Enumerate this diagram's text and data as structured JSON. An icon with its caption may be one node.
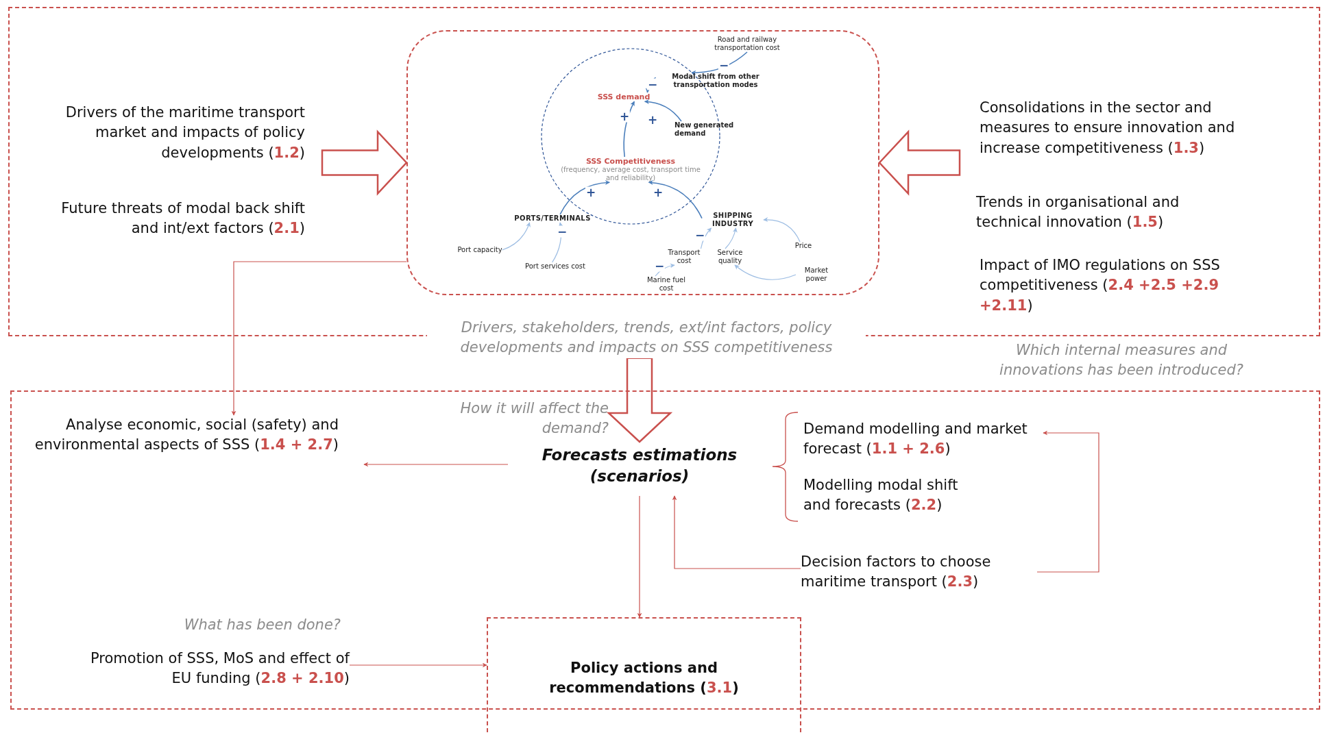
{
  "diagram": {
    "nodes": [
      {
        "text": [],
        "shape": "box"
      },
      {
        "text": [],
        "shape": "box",
        "in": 0
      },
      {
        "text": [
          "SSS demand"
        ],
        "in": 1
      },
      {
        "text": [
          "Road and railway transportation cost"
        ],
        "in": 1
      },
      {
        "text": [
          "Modal shift from other transportation modes"
        ],
        "in": 1
      },
      {
        "text": [
          "New generated demand"
        ],
        "in": 1
      },
      {
        "text": [
          "SSS Competitiveness",
          "(frequency, average cost, transport time and reliability)"
        ],
        "in": 1
      },
      {
        "text": [
          "PORTS/TERMINALS"
        ],
        "in": 1
      },
      {
        "text": [
          "SHIPPING INDUSTRY"
        ],
        "in": 1
      },
      {
        "text": [
          "Port capacity"
        ],
        "in": 1
      },
      {
        "text": [
          "Port services cost"
        ],
        "in": 1
      },
      {
        "text": [
          "Transport cost"
        ],
        "in": 1
      },
      {
        "text": [
          "Service quality"
        ],
        "in": 1
      },
      {
        "text": [
          "Price"
        ],
        "in": 1
      },
      {
        "text": [
          "Market power"
        ],
        "in": 1
      },
      {
        "text": [
          "Marine fuel cost"
        ],
        "in": 1
      },
      {
        "text": [
          "Drivers, stakeholders, trends, ext/int factors, policy developments and impacts on SSS competitiveness"
        ]
      },
      {
        "text": [],
        "shape": "box"
      },
      {
        "text": [
          "Forecasts estimations (scenarios)"
        ],
        "in": 17
      },
      {
        "text": [
          "Analyse economic, social (safety) and environmental aspects of SSS (**1.4 + 2.7**)"
        ],
        "in": 17
      },
      {
        "text": [
          "Demand modelling and market forecast (**1.1 + 2.6**)"
        ],
        "in": 17
      },
      {
        "text": [
          "Modelling modal shift and forecasts (**2.2**)"
        ],
        "in": 17
      },
      {
        "text": [
          "Decision factors to choose maritime transport (**2.3**)"
        ],
        "in": 17
      },
      {
        "text": [
          "Promotion of SSS, MoS and effect of EU funding (**2.8 + 2.10**)"
        ],
        "in": 17
      },
      {
        "text": [
          "Policy actions and recommendations (**3.1**)"
        ]
      }
    ],
    "edges": [
      {
        "from": null,
        "to": 1,
        "arrow": "to",
        "style": "thick",
        "color": "#c9504d"
      },
      {
        "from": null,
        "to": 1,
        "arrow": "to",
        "style": "thick",
        "color": "#c9504d"
      },
      {
        "from": 3,
        "to": 4,
        "arrow": "to",
        "label": "−"
      },
      {
        "from": 4,
        "to": 2,
        "arrow": "to",
        "label": "−"
      },
      {
        "from": 5,
        "to": 2,
        "arrow": "to",
        "label": "+"
      },
      {
        "from": 6,
        "to": 2,
        "arrow": "to",
        "label": "+"
      },
      {
        "from": 7,
        "to": 6,
        "arrow": "to",
        "label": "+"
      },
      {
        "from": 8,
        "to": 6,
        "arrow": "to",
        "label": "+"
      },
      {
        "from": 9,
        "to": 7,
        "arrow": "to",
        "color": "#9dbde3"
      },
      {
        "from": 10,
        "to": 7,
        "arrow": "to",
        "label": "−",
        "color": "#9dbde3"
      },
      {
        "from": 11,
        "to": 8,
        "arrow": "to",
        "label": "−",
        "color": "#9dbde3"
      },
      {
        "from": 12,
        "to": 8,
        "arrow": "to",
        "color": "#9dbde3"
      },
      {
        "from": 13,
        "to": 8,
        "arrow": "to",
        "color": "#9dbde3"
      },
      {
        "from": 14,
        "to": 12,
        "arrow": "to",
        "color": "#9dbde3"
      },
      {
        "from": 15,
        "to": 11,
        "arrow": "to",
        "label": "−",
        "color": "#9dbde3"
      },
      {
        "from": 16,
        "to": 18,
        "arrow": "to",
        "style": "thick",
        "color": "#c9504d"
      },
      {
        "from": 1,
        "to": 19,
        "arrow": "to",
        "color": "#c9504d"
      },
      {
        "from": 18,
        "to": 19,
        "arrow": "to",
        "color": "#c9504d"
      },
      {
        "from": 22,
        "to": 18,
        "arrow": "to",
        "color": "#c9504d"
      },
      {
        "from": 22,
        "to": 20,
        "arrow": "to",
        "color": "#c9504d"
      },
      {
        "from": 18,
        "to": 24,
        "arrow": "to",
        "color": "#c9504d"
      },
      {
        "from": 23,
        "to": 24,
        "arrow": "to",
        "color": "#c9504d"
      }
    ],
    "labels": [
      "Drivers of the maritime transport market and impacts of policy developments (**1.2**)",
      "Future threats of modal back shift and int/ext factors (**2.1**)",
      "Consolidations in the sector and measures to ensure innovation and increase competitiveness (**1.3**)",
      "Trends in organisational and technical innovation (**1.5**)",
      "Impact of IMO regulations on SSS competitiveness (**2.4 +2.5 +2.9 +2.11**)",
      "Which internal measures and innovations has been introduced?",
      "How it will affect the demand?",
      "What has been done?"
    ]
  }
}
